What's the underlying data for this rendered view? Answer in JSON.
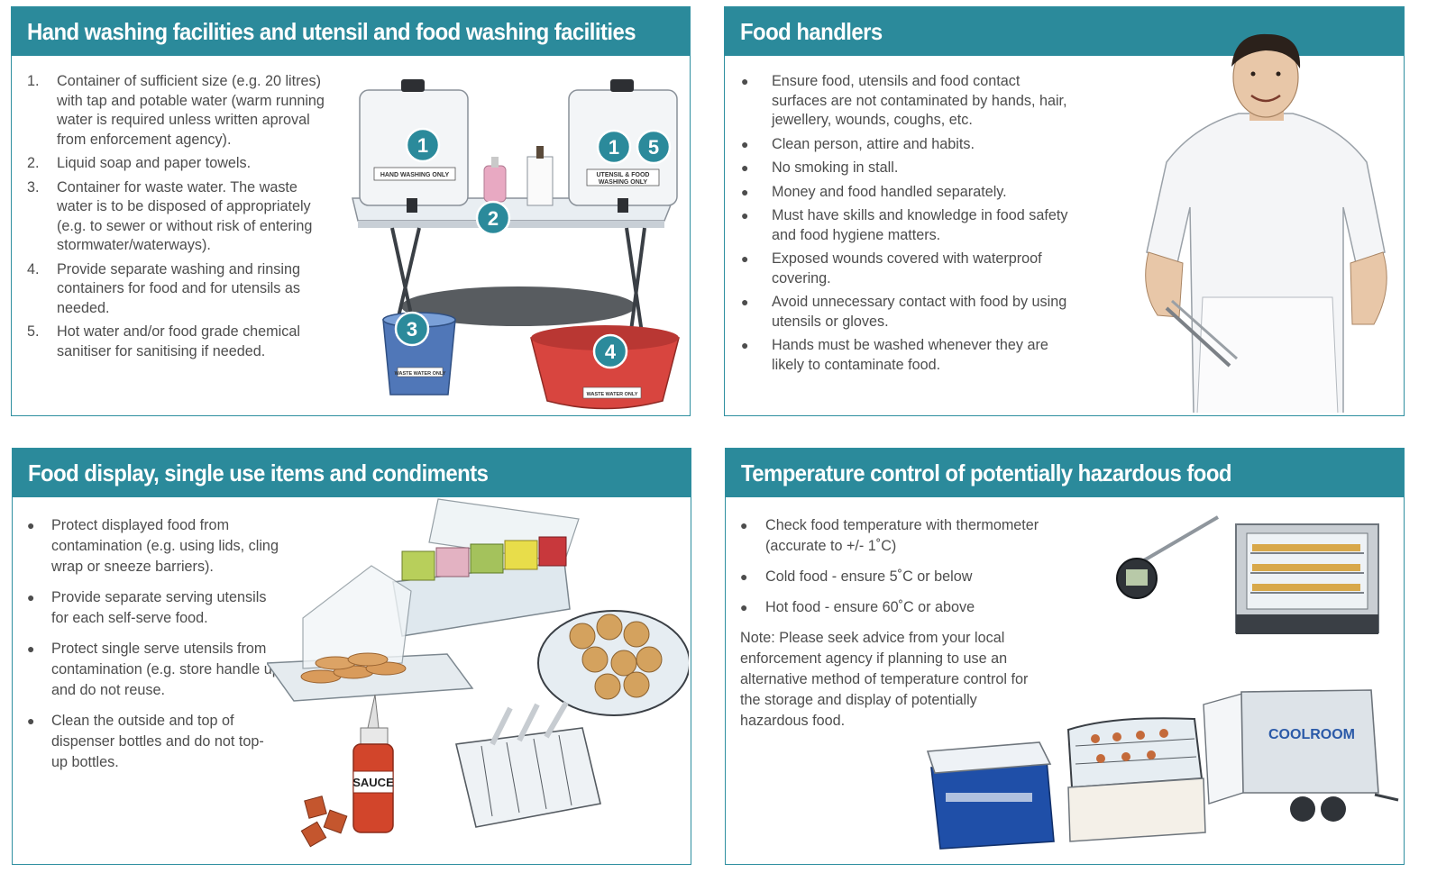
{
  "panels": {
    "hand_washing": {
      "title": "Hand washing facilities and utensil and food washing facilities",
      "items": [
        {
          "num": "1.",
          "text": "Container of sufficient size (e.g. 20 litres) with tap and potable water (warm running water is required unless written aproval from enforcement agency)."
        },
        {
          "num": "2.",
          "text": "Liquid soap and paper towels."
        },
        {
          "num": "3.",
          "text": "Container for waste water. The waste water is to be disposed of appropriately (e.g. to sewer or without risk of entering stormwater/waterways)."
        },
        {
          "num": "4.",
          "text": "Provide separate washing and rinsing containers for food and for utensils as needed."
        },
        {
          "num": "5.",
          "text": "Hot water and/or food grade chemical sanitiser for sanitising if needed."
        }
      ],
      "illustration": {
        "tank_left_label": "HAND WASHING ONLY",
        "tank_right_label_1": "UTENSIL & FOOD",
        "tank_right_label_2": "WASHING ONLY",
        "bucket_label": "WASTE WATER ONLY",
        "tub_label": "WASTE WATER ONLY",
        "badges": [
          "1",
          "1",
          "5",
          "2",
          "3",
          "4"
        ]
      }
    },
    "food_handlers": {
      "title": "Food handlers",
      "items": [
        "Ensure food, utensils and food contact surfaces are not contaminated by hands, hair, jewellery, wounds, coughs, etc.",
        "Clean person, attire and habits.",
        "No smoking in stall.",
        "Money and food handled separately.",
        "Must have skills and knowledge in food safety and food hygiene matters.",
        "Exposed wounds covered with waterproof covering.",
        "Avoid unnecessary contact with food by using utensils or gloves.",
        "Hands must be washed whenever they are likely to contaminate food."
      ]
    },
    "food_display": {
      "title": "Food display, single use items and condiments",
      "items": [
        "Protect displayed food from contamination (e.g. using lids, cling wrap or sneeze barriers).",
        "Provide separate serving utensils for each self-serve food.",
        "Protect single serve utensils from contamination (e.g. store handle up) and do not reuse.",
        "Clean the outside and top of dispenser bottles and do not top-up bottles."
      ],
      "illustration": {
        "bottle_label": "SAUCE"
      }
    },
    "temperature": {
      "title": "Temperature control of potentially hazardous food",
      "items": [
        "Check food temperature with thermometer (accurate to +/- 1˚C)",
        "Cold food - ensure 5˚C or below",
        "Hot food - ensure 60˚C or above"
      ],
      "note": "Note: Please seek advice from your local enforcement agency if planning to use an alternative method of temperature control for the storage and display of potentially hazardous food.",
      "illustration": {
        "trailer_label": "COOLROOM"
      }
    }
  },
  "colors": {
    "accent": "#2b8a9b",
    "text": "#4d4d4d"
  },
  "icons": [
    "bullet-icon",
    "water-container-icon",
    "soap-dispenser-icon",
    "paper-towel-icon",
    "bucket-icon",
    "tub-icon",
    "chef-icon",
    "thermometer-icon",
    "hot-cabinet-icon",
    "esky-icon",
    "display-fridge-icon",
    "coolroom-trailer-icon",
    "sauce-bottle-icon",
    "utensil-caddy-icon",
    "condiment-tray-icon",
    "food-dome-icon"
  ]
}
